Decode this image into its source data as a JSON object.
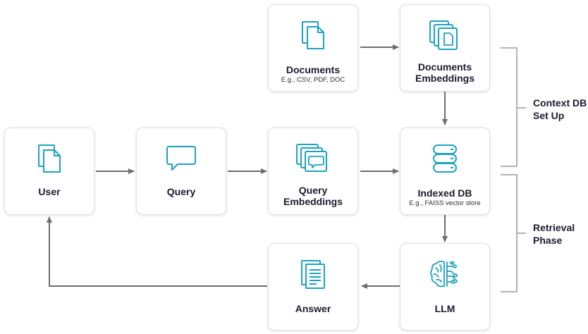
{
  "colors": {
    "accent": "#1aa3c4",
    "arrow": "#6e6e6e",
    "text": "#1b1b2e"
  },
  "nodes": {
    "documents": {
      "title": "Documents",
      "subtitle": "E.g., CSV, PDF, DOC",
      "icon": "document-stack-icon"
    },
    "doc_embeddings": {
      "title_line1": "Documents",
      "title_line2": "Embeddings",
      "icon": "document-cards-icon"
    },
    "user": {
      "title": "User",
      "icon": "document-stack-icon"
    },
    "query": {
      "title": "Query",
      "icon": "chat-bubble-icon"
    },
    "query_embeddings": {
      "title_line1": "Query",
      "title_line2": "Embeddings",
      "icon": "chat-cards-icon"
    },
    "indexed_db": {
      "title": "Indexed DB",
      "subtitle": "E.g., FAISS vector store",
      "icon": "database-icon"
    },
    "answer": {
      "title": "Answer",
      "icon": "text-document-icon"
    },
    "llm": {
      "title": "LLM",
      "icon": "brain-circuit-icon"
    }
  },
  "phases": {
    "context_setup": {
      "line1": "Context DB",
      "line2": "Set Up"
    },
    "retrieval": {
      "line1": "Retrieval",
      "line2": "Phase"
    }
  }
}
